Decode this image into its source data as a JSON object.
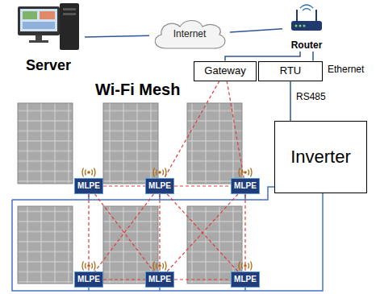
{
  "diagram": {
    "nodes": [
      {
        "text": [
          "Server"
        ]
      },
      {
        "text": [
          "Internet"
        ]
      },
      {
        "text": [
          "Router"
        ]
      },
      {
        "text": [
          "Gateway"
        ]
      },
      {
        "text": [
          "RTU"
        ]
      },
      {
        "text": [
          "Inverter"
        ]
      },
      {
        "text": [
          "MLPE"
        ]
      },
      {
        "text": [
          "MLPE"
        ]
      },
      {
        "text": [
          "MLPE"
        ]
      },
      {
        "text": [
          "MLPE"
        ]
      },
      {
        "text": [
          "MLPE"
        ]
      },
      {
        "text": [
          "MLPE"
        ]
      }
    ],
    "edges": [
      {
        "from": 0,
        "to": 1,
        "arrow": "none"
      },
      {
        "from": 1,
        "to": 2,
        "arrow": "none"
      },
      {
        "from": 2,
        "to": 3,
        "arrow": "none"
      },
      {
        "from": 2,
        "to": 4,
        "arrow": "none"
      },
      {
        "from": 4,
        "to": 5,
        "label": "RS485",
        "arrow": "none"
      },
      {
        "from": 3,
        "to": 7,
        "arrow": "none"
      },
      {
        "from": 3,
        "to": 8,
        "arrow": "none"
      },
      {
        "from": 6,
        "to": 7,
        "arrow": "none"
      },
      {
        "from": 7,
        "to": 8,
        "arrow": "none"
      },
      {
        "from": 9,
        "to": 10,
        "arrow": "none"
      },
      {
        "from": 10,
        "to": 11,
        "arrow": "none"
      },
      {
        "from": 6,
        "to": 9,
        "arrow": "none"
      },
      {
        "from": 7,
        "to": 10,
        "arrow": "none"
      },
      {
        "from": 8,
        "to": 11,
        "arrow": "none"
      },
      {
        "from": 6,
        "to": 10,
        "arrow": "none"
      },
      {
        "from": 7,
        "to": 9,
        "arrow": "none"
      },
      {
        "from": 7,
        "to": 11,
        "arrow": "none"
      },
      {
        "from": 8,
        "to": 10,
        "arrow": "none"
      }
    ],
    "labels": [
      "Wi-Fi Mesh",
      "Ethernet"
    ]
  }
}
